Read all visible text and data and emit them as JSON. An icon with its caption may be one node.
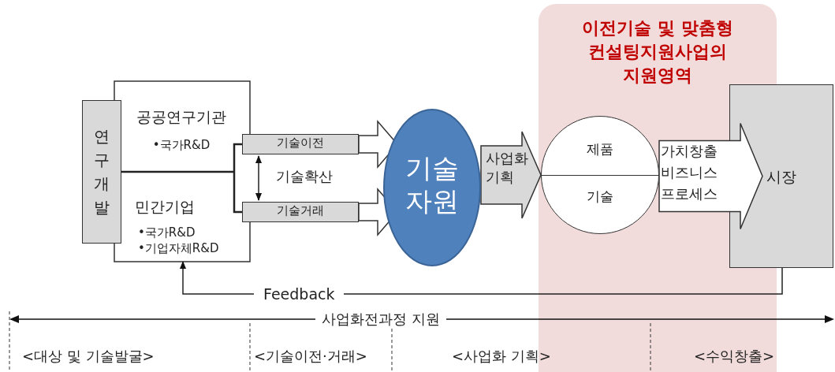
{
  "diagram": {
    "nodes": [
      {
        "text": [
          "이전기술 및 맞춤형 컨설팅지원사업의 지원영역"
        ]
      },
      {
        "text": [
          "공공연구기관",
          "•국가R&D"
        ]
      },
      {
        "text": [
          "민간기업",
          "•국가R&D",
          "•기업자체R&D"
        ]
      },
      {
        "text": [
          "연구개발"
        ]
      },
      {
        "text": [
          "기술이전"
        ]
      },
      {
        "text": [
          "기술거래"
        ]
      },
      {
        "text": [
          "기술자원"
        ]
      },
      {
        "text": [
          "제품",
          "기술"
        ],
        "in": 0
      },
      {
        "text": [
          "시장"
        ]
      }
    ],
    "edges": [
      {
        "from": 3,
        "to": 4,
        "arrow": "none"
      },
      {
        "from": 3,
        "to": 5,
        "arrow": "none"
      },
      {
        "from": 4,
        "to": 5,
        "arrow": "both",
        "label": "기술확산"
      },
      {
        "from": 4,
        "to": 6,
        "arrow": "to"
      },
      {
        "from": 5,
        "to": 6,
        "arrow": "to"
      },
      {
        "from": 6,
        "to": 7,
        "arrow": "to",
        "label": "사업화 기획"
      },
      {
        "from": 7,
        "to": 8,
        "arrow": "to",
        "label": "가치창출 비즈니스 프로세스"
      },
      {
        "from": 8,
        "to": 2,
        "arrow": "to",
        "label": "Feedback"
      }
    ],
    "labels": [
      "사업화전과정 지원",
      "<대상 및 기술발굴>",
      "<기술이전·거래>",
      "<사업화 기획>",
      "<수익창출>"
    ]
  }
}
